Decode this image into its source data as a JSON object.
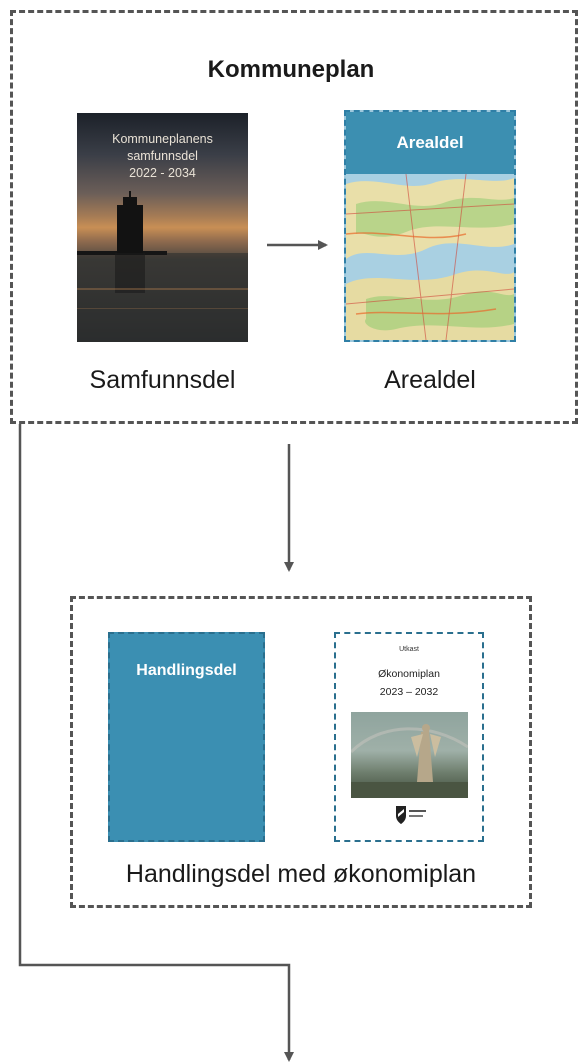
{
  "top_group": {
    "title": "Kommuneplan",
    "samfunnsdel": {
      "cover_lines": [
        "Kommuneplanens",
        "samfunnsdel",
        "2022 - 2034"
      ],
      "caption": "Samfunnsdel"
    },
    "arealdel": {
      "cover_header": "Arealdel",
      "caption": "Arealdel"
    }
  },
  "bottom_group": {
    "handlingsdel_cover": "Handlingsdel",
    "okonomiplan_cover": {
      "status": "Utkast",
      "title": "Økonomiplan",
      "years": "2023 – 2032"
    },
    "caption": "Handlingsdel med økonomiplan"
  },
  "colors": {
    "accent_blue": "#3b8fb2",
    "dash_gray": "#555555",
    "arrow_gray": "#555555"
  }
}
